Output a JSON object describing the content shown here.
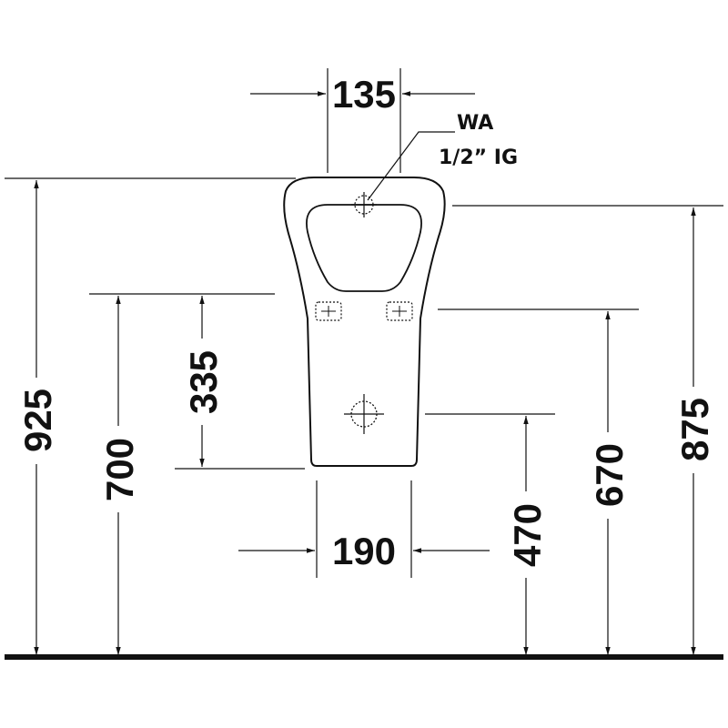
{
  "dimensions": {
    "top_width": "135",
    "bottom_width": "190",
    "total_height": "925",
    "top_rim_height": "875",
    "mount_height": "700",
    "flange_height": "335",
    "bracket_height": "670",
    "outlet_height": "470"
  },
  "annotation": {
    "line1": "WA",
    "line2": "1/2” IG"
  },
  "colors": {
    "ink": "#111111",
    "background": "#ffffff"
  }
}
